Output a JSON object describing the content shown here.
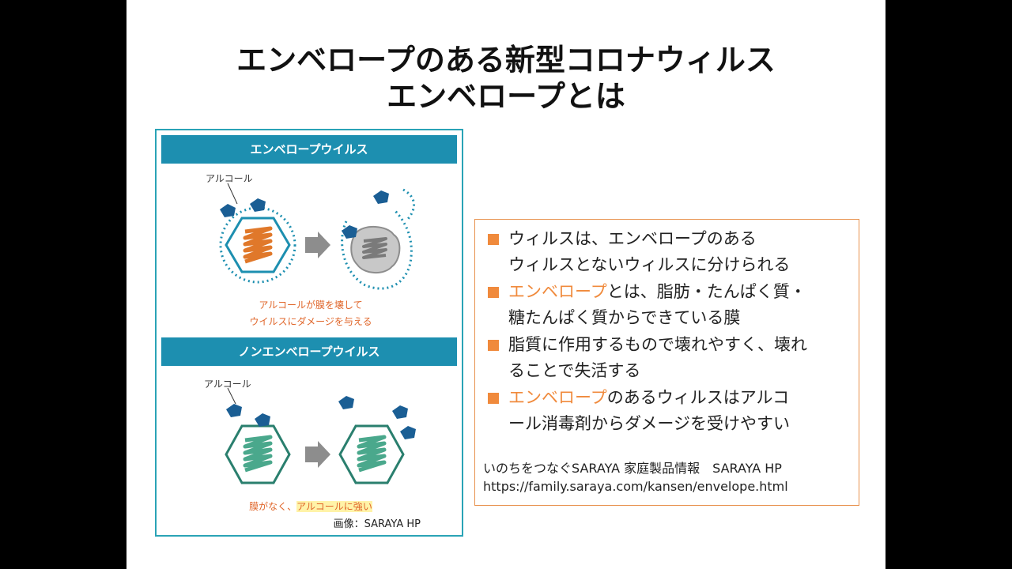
{
  "slide": {
    "title_line1": "エンベロープのある新型コロナウィルス",
    "title_line2": "エンベロープとは"
  },
  "figure": {
    "band1": "エンベロープウイルス",
    "band2": "ノンエンベロープウイルス",
    "alcohol1": "アルコール",
    "alcohol2": "アルコール",
    "caption1_line1": "アルコールが膜を壊して",
    "caption1_line2": "ウイルスにダメージを与える",
    "caption2_part1": "膜がなく、",
    "caption2_part2": "アルコールに強い",
    "credit": "画像：SARAYA HP"
  },
  "bullets": [
    {
      "line1": "ウィルスは、エンベロープのある",
      "line2": "ウィルスとないウィルスに分けられる"
    },
    {
      "highlight": "エンベロープ",
      "line1_rest": "とは、脂肪・たんぱく質・",
      "line2": "糖たんぱく質からできている膜"
    },
    {
      "line1": "脂質に作用するもので壊れやすく、壊れ",
      "line2": "ることで失活する"
    },
    {
      "highlight": "エンベロープ",
      "line1_rest": "のあるウィルスはアルコ",
      "line2": "ール消毒剤からダメージを受けやすい"
    }
  ],
  "reference": {
    "line1": "いのちをつなぐSARAYA 家庭製品情報　SARAYA HP",
    "line2": "https://family.saraya.com/kansen/envelope.html"
  },
  "colors": {
    "band": "#1d8fb0",
    "accent_orange": "#f08a3c",
    "box_border": "#e8924e",
    "envelope_dots": "#1d8fb0",
    "alcohol_molecule": "#1a5e94",
    "non_env_hex": "#2a7f6e"
  }
}
